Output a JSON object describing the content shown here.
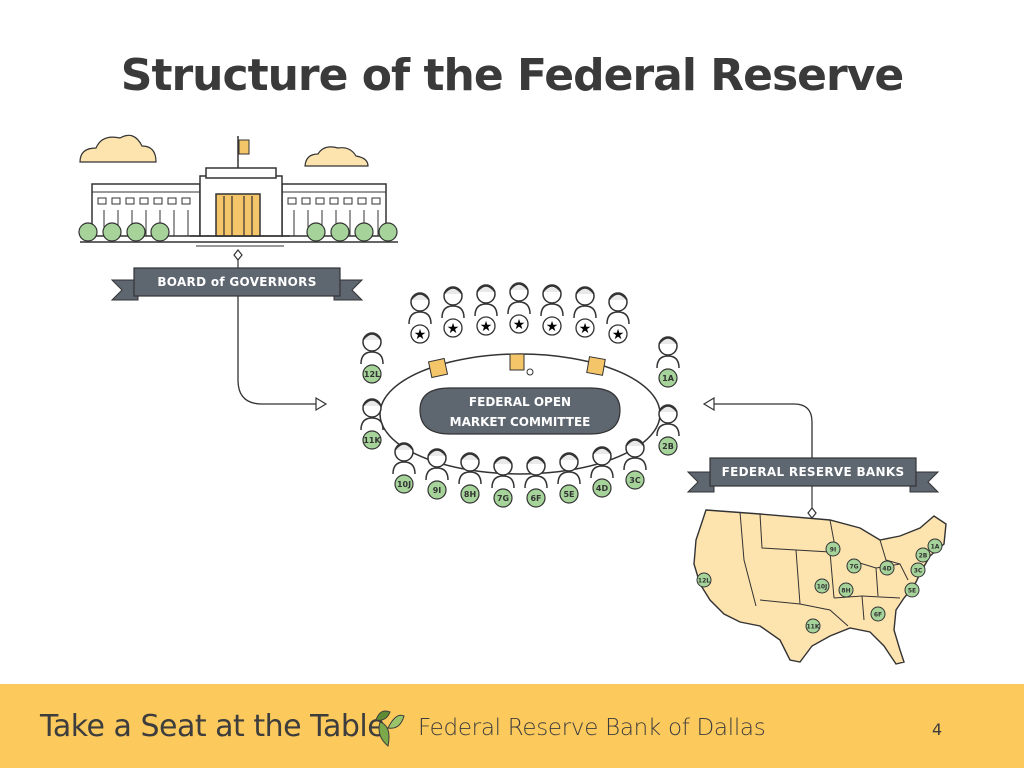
{
  "slide": {
    "title": "Structure of the Federal Reserve",
    "page_number": "4"
  },
  "board": {
    "label": "BOARD of GOVERNORS"
  },
  "fomc": {
    "label_line1": "FEDERAL OPEN",
    "label_line2": "MARKET COMMITTEE"
  },
  "reserve_banks": {
    "label": "FEDERAL RESERVE BANKS"
  },
  "district_badges": [
    "12L",
    "11K",
    "10J",
    "9I",
    "8H",
    "7G",
    "6F",
    "5E",
    "4D",
    "3C",
    "2B",
    "1A"
  ],
  "footer": {
    "title": "Take a Seat at the Table",
    "org": "Federal Reserve Bank of Dallas"
  },
  "colors": {
    "accent_yellow": "#fcc95c",
    "building_gold": "#f5c56a",
    "banner_gray": "#5e6670",
    "badge_green": "#a5d39a",
    "map_fill": "#fde3ae"
  }
}
